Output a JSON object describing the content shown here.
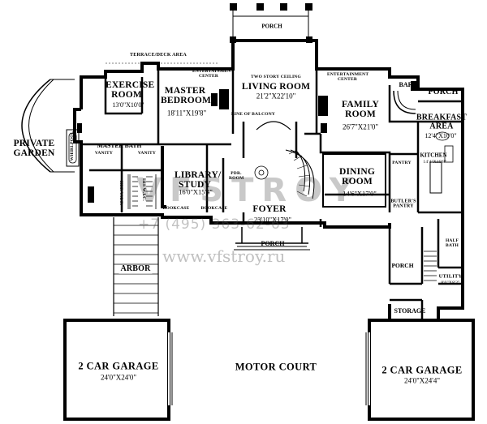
{
  "rooms": {
    "porch_top": {
      "name": "PORCH"
    },
    "terrace": {
      "name": "TERRACE/DECK AREA"
    },
    "exercise": {
      "name": "EXERCISE ROOM",
      "dim": "13'0\"X10'0\""
    },
    "master_bedroom": {
      "name": "MASTER BEDROOM",
      "dim": "18'11\"X19'8\""
    },
    "ent_center_1": {
      "name": "ENTERTAINMENT CENTER"
    },
    "living": {
      "name": "LIVING ROOM",
      "note": "TWO STORY CEILING",
      "dim": "21'2\"X22'10\""
    },
    "ent_center_2": {
      "name": "ENTERTAINMENT CENTER"
    },
    "bar": {
      "name": "BAR"
    },
    "porch_right": {
      "name": "PORCH"
    },
    "family": {
      "name": "FAMILY ROOM",
      "dim": "26'7\"X21'0\""
    },
    "breakfast": {
      "name": "BREAKFAST AREA",
      "dim": "12'4\"X10'0\""
    },
    "private_garden": {
      "name": "PRIVATE GARDEN"
    },
    "master_bath": {
      "name": "MASTER BATH"
    },
    "vanity_1": {
      "name": "VANITY"
    },
    "vanity_2": {
      "name": "VANITY"
    },
    "whirlpool": {
      "name": "WHIRLPOOL"
    },
    "line_of_balcony": {
      "name": "LINE OF BALCONY"
    },
    "library": {
      "name": "LIBRARY/ STUDY",
      "dim": "16'0\"X15'4\""
    },
    "pdr": {
      "name": "PDR. ROOM"
    },
    "dining": {
      "name": "DINING ROOM",
      "dim": "14'6\"X17'0\""
    },
    "pantry": {
      "name": "PANTRY"
    },
    "kitchen": {
      "name": "KITCHEN",
      "dim": "14'4\"X19'8\""
    },
    "butlers": {
      "name": "BUTLER'S PANTRY"
    },
    "his_wic": {
      "name": "HIS W.I.C."
    },
    "her_wic": {
      "name": "HER W.I.C."
    },
    "bookcase_1": {
      "name": "BOOKCASE"
    },
    "bookcase_2": {
      "name": "BOOKCASE"
    },
    "foyer": {
      "name": "FOYER",
      "dim": "23'10\"X17'0\""
    },
    "porch_mid": {
      "name": "PORCH"
    },
    "arbor": {
      "name": "ARBOR"
    },
    "porch_small": {
      "name": "PORCH"
    },
    "half_bath": {
      "name": "HALF BATH"
    },
    "utility": {
      "name": "UTILITY",
      "dim": "8'0\"X8'2\""
    },
    "storage": {
      "name": "STORAGE"
    },
    "garage_left": {
      "name": "2 CAR GARAGE",
      "dim": "24'0\"X24'0\""
    },
    "motor_court": {
      "name": "MOTOR COURT"
    },
    "garage_right": {
      "name": "2 CAR GARAGE",
      "dim": "24'0\"X24'4\""
    }
  },
  "watermark": {
    "logo": "VFSTROY",
    "phone": "+7 (495) 363-62-63",
    "url": "www.vfstroy.ru"
  }
}
